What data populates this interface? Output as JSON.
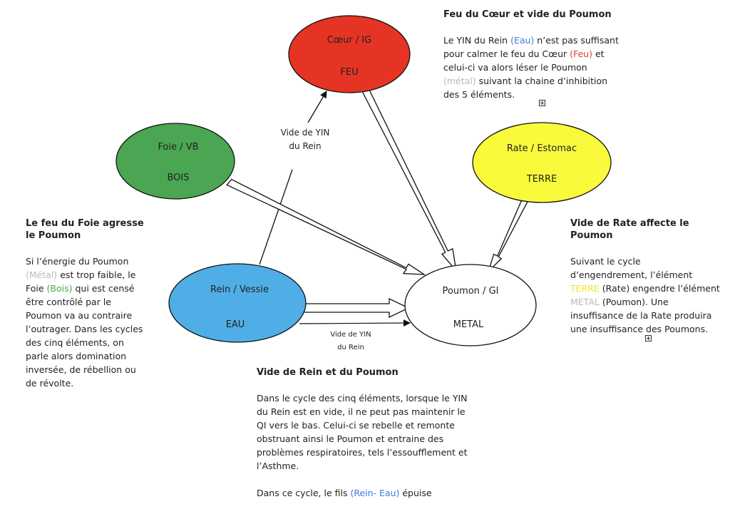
{
  "nodes": {
    "coeur": {
      "label": "Cœur / IG",
      "element": "FEU",
      "color": "#e53423"
    },
    "foie": {
      "label": "Foie / VB",
      "element": "BOIS",
      "color": "#4aa652"
    },
    "rate": {
      "label": "Rate / Estomac",
      "element": "TERRE",
      "color": "#fafa3c"
    },
    "rein": {
      "label": "Rein / Vessie",
      "element": "EAU",
      "color": "#4faee6"
    },
    "poumon": {
      "label": "Poumon  / GI",
      "element": "METAL",
      "color": "#ffffff"
    }
  },
  "edge_labels": {
    "vide_yin_top": {
      "line1": "Vide de YIN",
      "line2": "du Rein"
    },
    "vide_yin_bottom": {
      "line1": "Vide de YIN",
      "line2": "du Rein"
    }
  },
  "notes": {
    "feu_coeur": {
      "title": "Feu du Cœur et vide du Poumon",
      "t1": "Le YIN du Rein ",
      "eau": "(Eau)",
      "t2": " n’est pas suffisant pour calmer le feu du Cœur ",
      "feu": "(Feu)",
      "t3": " et celui-ci va alors léser le Poumon ",
      "metal": "(métal)",
      "t4": " suivant la chaine d’inhibition des 5 éléments."
    },
    "feu_foie": {
      "title": "Le feu du Foie agresse le Poumon",
      "t1": "Si l’énergie du Poumon ",
      "metal": "(Métal)",
      "t2": " est trop faible, le Foie ",
      "bois": "(Bois)",
      "t3": " qui est censé être contrôlé par le Poumon va au contraire l’outrager. Dans les cycles des cinq éléments, on parle alors domination inversée, de rébellion ou de révolte."
    },
    "vide_rate": {
      "title": "Vide de Rate affecte le Poumon",
      "t1": "Suivant le cycle d’engendrement, l’élément ",
      "terre": "TERRE",
      "t2": " (Rate) engendre l’élément ",
      "metal": "METAL",
      "t3": " (Poumon). Une insuffisance de la Rate produira une insuffisance des Poumons."
    },
    "vide_rein": {
      "title": "Vide de Rein et du Poumon",
      "p1": "Dans le cycle des cinq éléments, lorsque le YIN du Rein est en vide, il ne peut pas maintenir le QI vers le bas. Celui-ci se rebelle et remonte obstruant ainsi le Poumon et entraine des problèmes respiratoires, tels l’essoufflement et l’Asthme.",
      "p2a": "Dans ce cycle, le fils ",
      "p2eau": "(Rein- Eau)",
      "p2b": " épuise"
    }
  }
}
